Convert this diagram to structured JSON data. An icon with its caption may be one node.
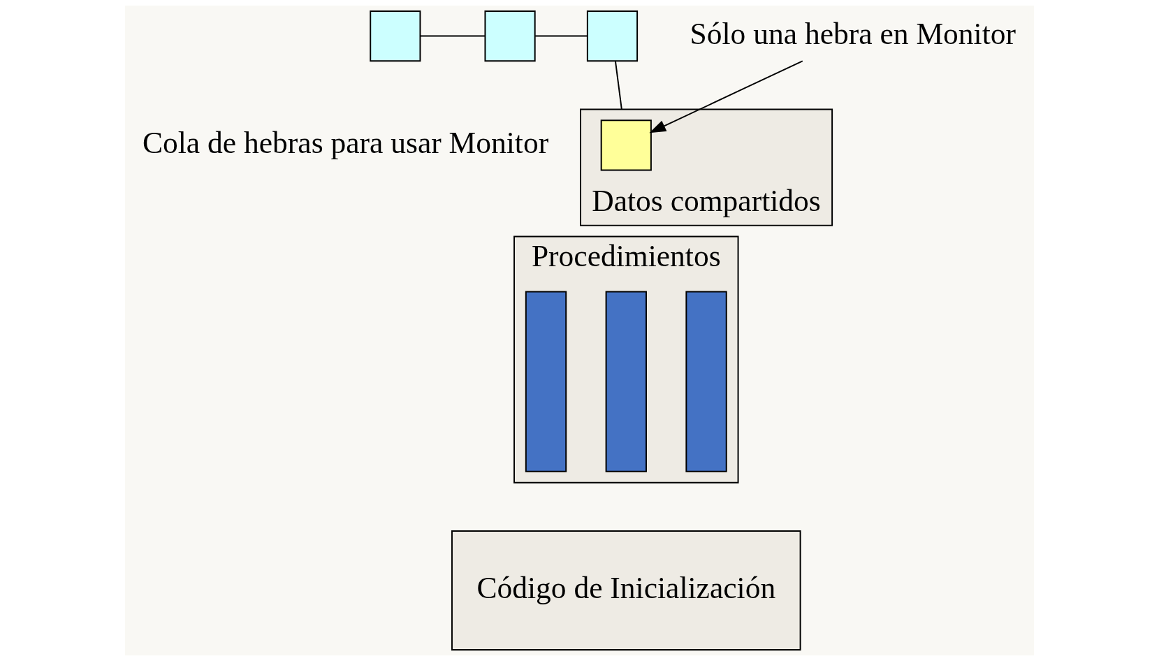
{
  "diagram": {
    "nodes": [
      {
        "text": [],
        "shape": "box"
      },
      {
        "text": [],
        "shape": "box"
      },
      {
        "text": [],
        "shape": "box"
      },
      {
        "text": [
          "Datos compartidos"
        ]
      },
      {
        "text": [],
        "shape": "box",
        "in": 3
      },
      {
        "text": [
          "Procedimientos"
        ]
      },
      {
        "text": [],
        "shape": "bar",
        "in": 5
      },
      {
        "text": [],
        "shape": "bar",
        "in": 5
      },
      {
        "text": [],
        "shape": "bar",
        "in": 5
      },
      {
        "text": [
          "Código de Inicialización"
        ]
      },
      {
        "text": [
          "Sólo una hebra en Monitor"
        ]
      }
    ],
    "edges": [
      {
        "from": 0,
        "to": 1,
        "arrow": "none"
      },
      {
        "from": 1,
        "to": 2,
        "arrow": "none"
      },
      {
        "from": 2,
        "to": 3,
        "arrow": "none"
      },
      {
        "from": 10,
        "to": 4,
        "arrow": "to"
      }
    ],
    "labels": [
      "Cola de hebras para usar Monitor"
    ]
  }
}
